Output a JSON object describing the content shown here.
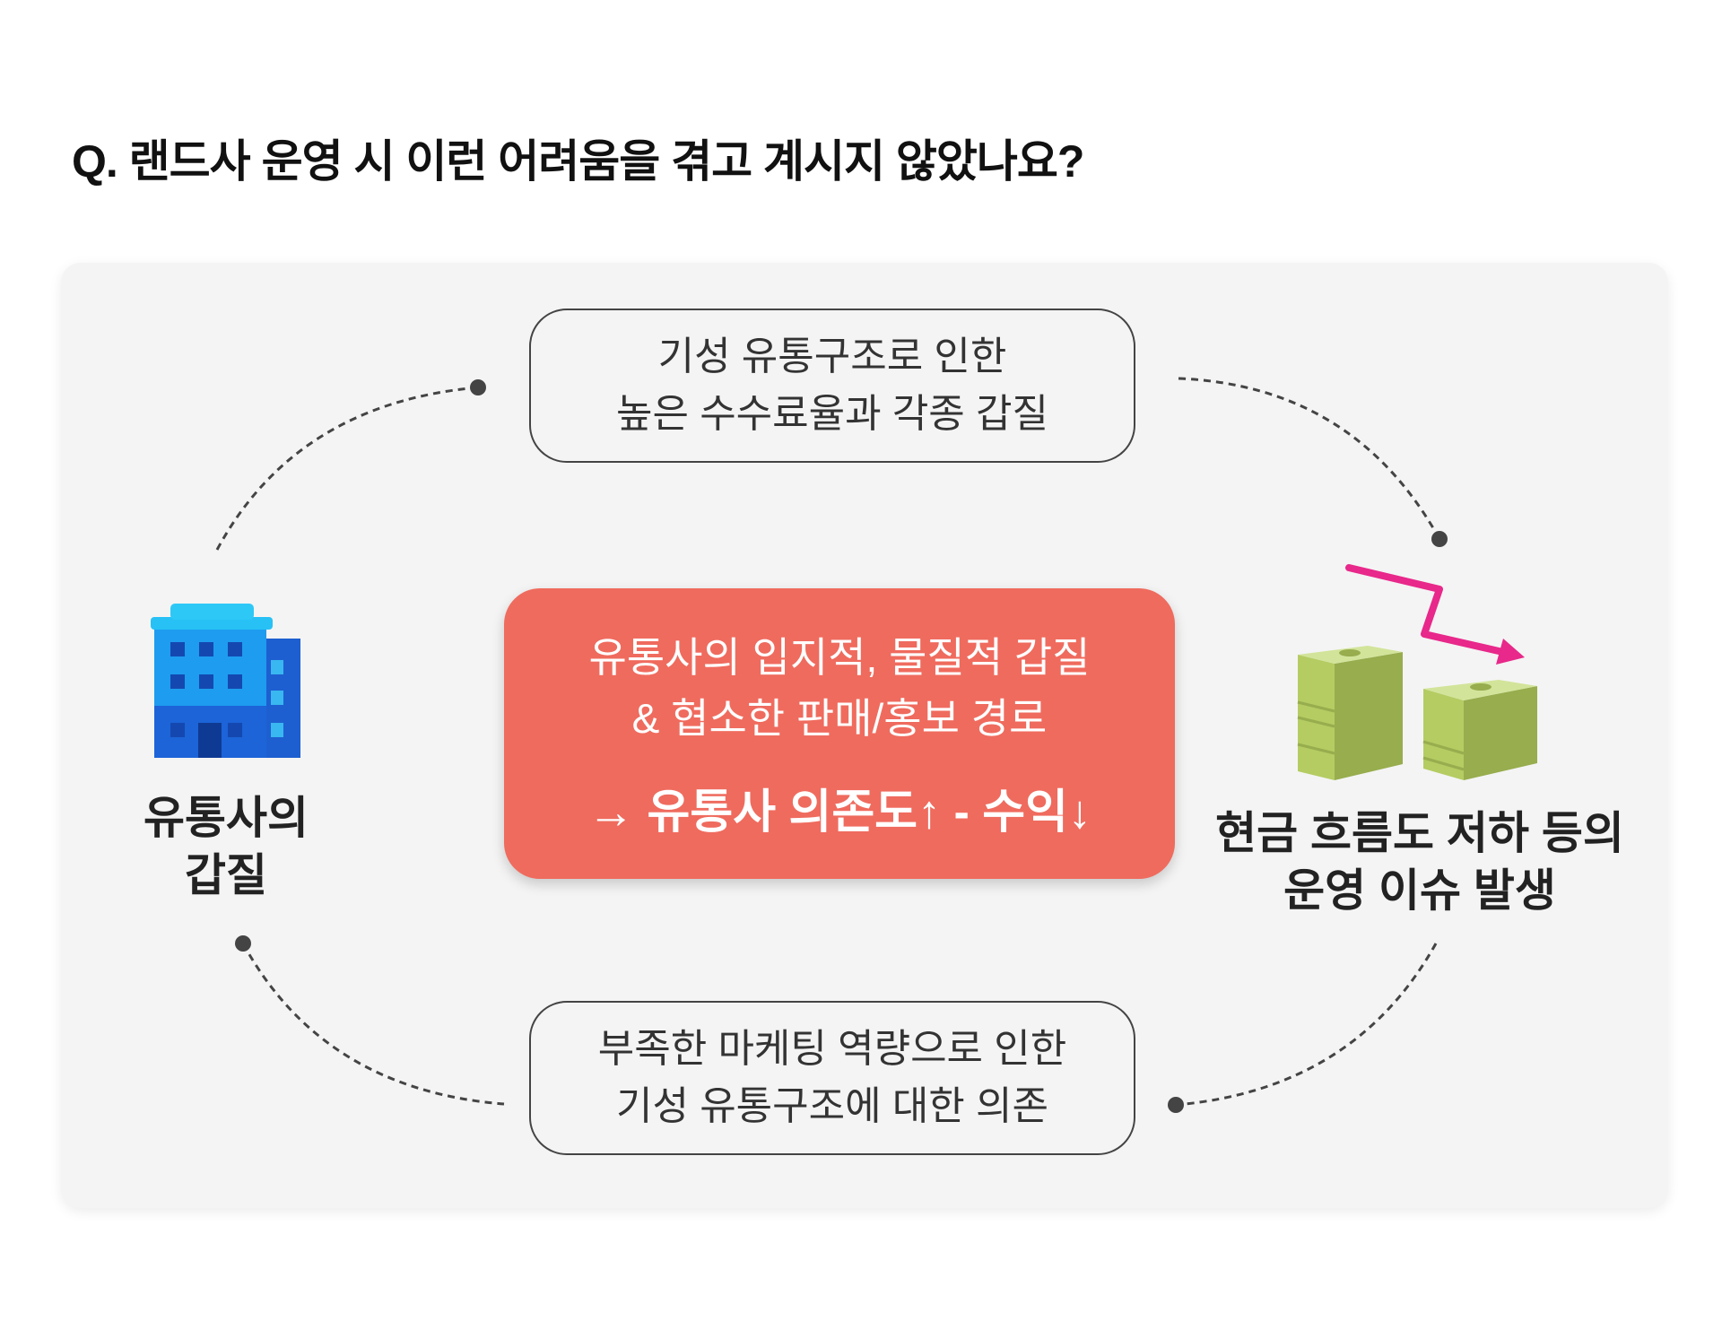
{
  "title": "Q. 랜드사 운영 시 이런 어려움을 겪고 계시지 않았나요?",
  "top_box": {
    "line1": "기성 유통구조로 인한",
    "line2": "높은 수수료율과 각종 갑질"
  },
  "center_box": {
    "line1": "유통사의 입지적, 물질적 갑질",
    "line2": "& 협소한 판매/홍보 경로",
    "conclusion": "→ 유통사 의존도↑ - 수익↓",
    "color": "#ef6b5e"
  },
  "bottom_box": {
    "line1": "부족한 마케팅 역량으로 인한",
    "line2": "기성 유통구조에 대한 의존"
  },
  "left_node": {
    "icon": "office-building-icon",
    "line1": "유통사의",
    "line2": "갑질"
  },
  "right_node": {
    "icon": "money-stacks-declining-icon",
    "line1": "현금 흐름도 저하 등의",
    "line2": "운영 이슈 발생"
  },
  "colors": {
    "arrow": "#e8288a",
    "money": "#b4cc62",
    "building": "#1a8ef0"
  }
}
